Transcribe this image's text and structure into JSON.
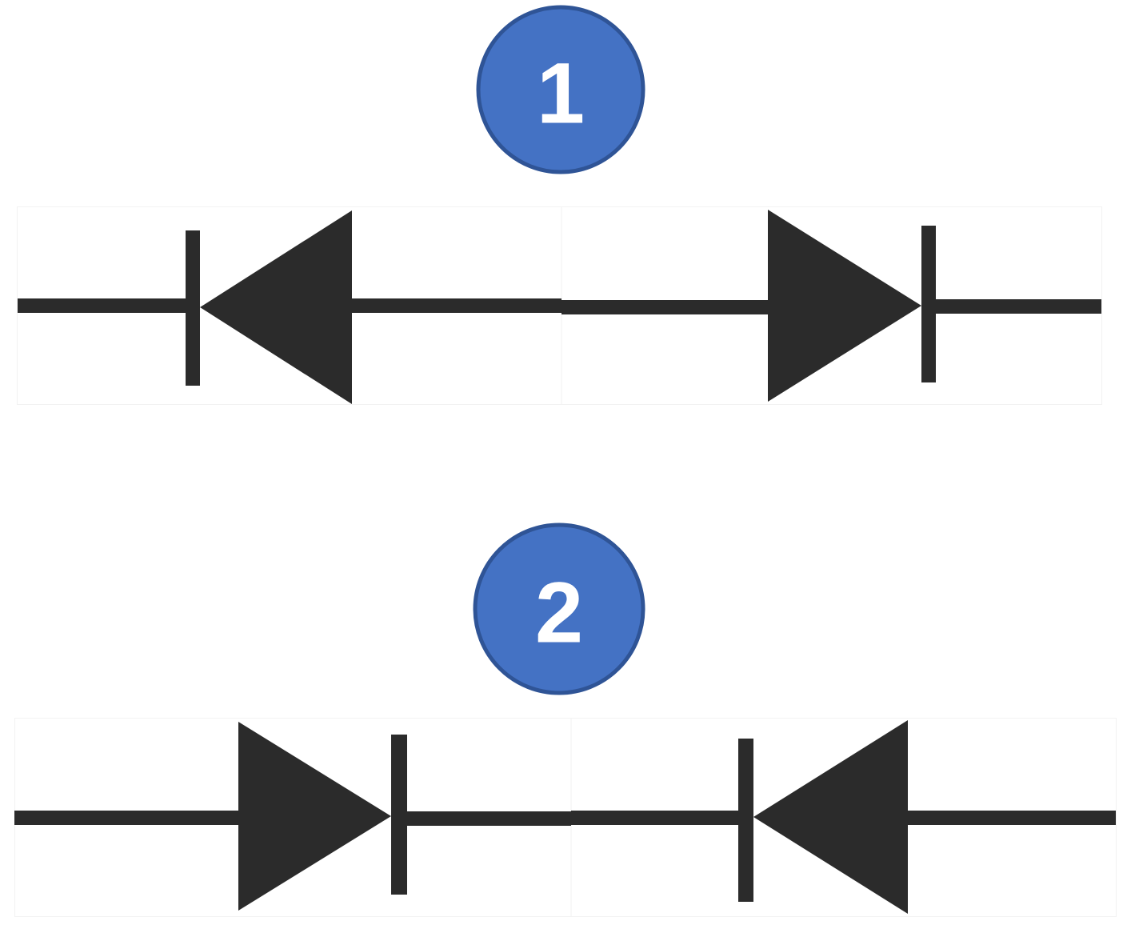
{
  "figures": [
    {
      "badge": "1",
      "left_diode_direction": "left",
      "left_diode_cathode_side": "left",
      "right_diode_direction": "right",
      "right_diode_cathode_side": "right",
      "arrangement": "two diodes in anti-series, both pointing outward (anodes facing each other in the middle)"
    },
    {
      "badge": "2",
      "left_diode_direction": "right",
      "left_diode_cathode_side": "right",
      "right_diode_direction": "left",
      "right_diode_cathode_side": "left",
      "arrangement": "two diodes in anti-series, both pointing inward (cathodes facing each other in the middle)"
    }
  ],
  "colors": {
    "symbol": "#2b2b2b",
    "badge_fill": "#4472c4",
    "badge_border": "#2f5496",
    "badge_text": "#ffffff",
    "background": "#ffffff",
    "frame_line": "#f2f2f2"
  }
}
